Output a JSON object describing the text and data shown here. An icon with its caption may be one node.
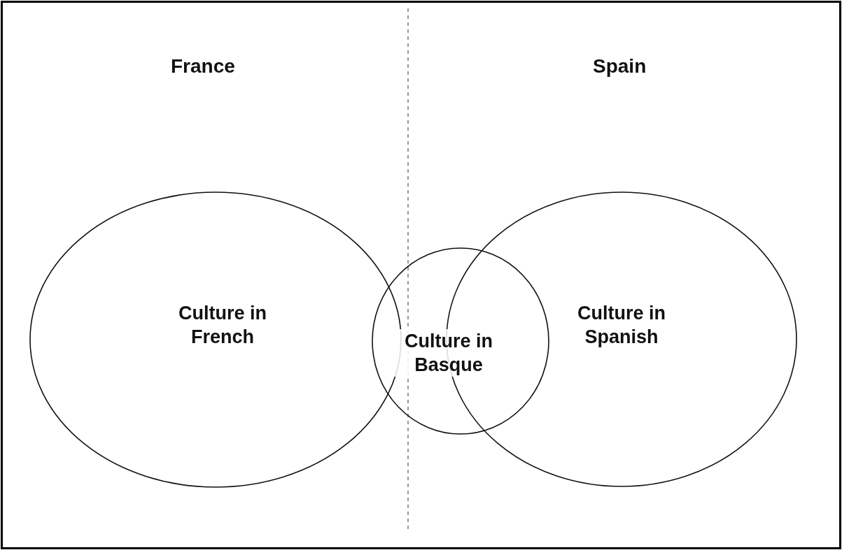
{
  "diagram": {
    "nodes": [
      {
        "text": [
          "Culture in French"
        ]
      },
      {
        "text": [
          "Culture in Basque"
        ]
      },
      {
        "text": [
          "Culture in Spanish"
        ]
      }
    ],
    "edges": [],
    "labels": [
      "France",
      "Spain"
    ]
  }
}
